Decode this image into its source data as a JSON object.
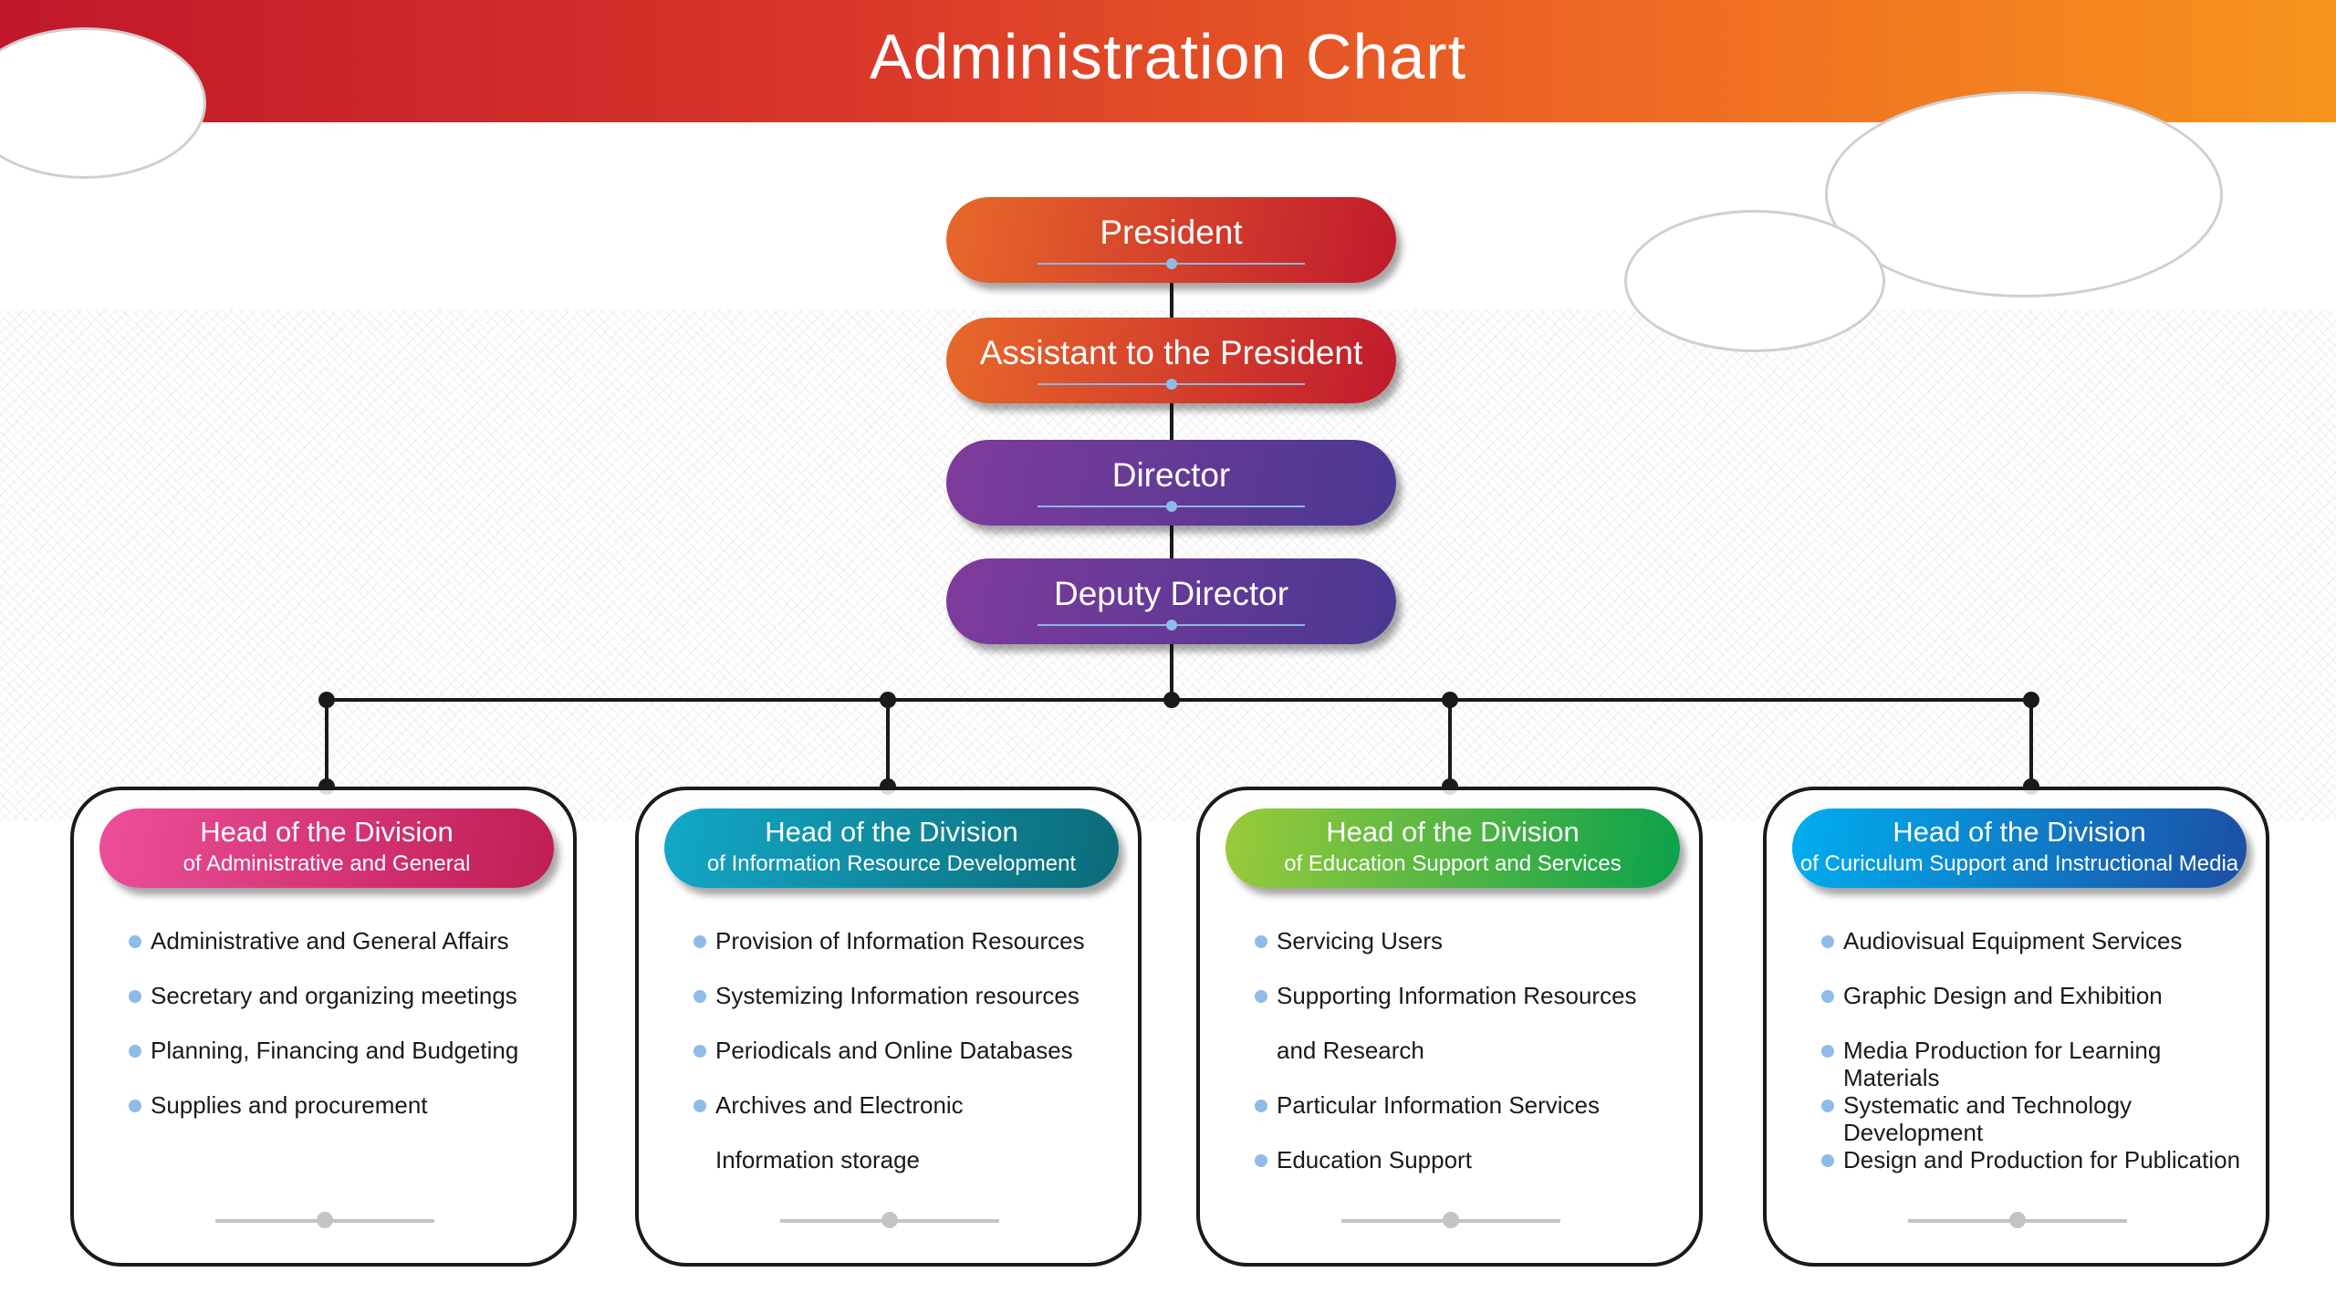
{
  "title": "Administration Chart",
  "colors": {
    "header_start": "#c0182a",
    "header_end": "#f7941d",
    "bullet": "#8fbbe8"
  },
  "hierarchy": [
    {
      "label": "President"
    },
    {
      "label": "Assistant to the President"
    },
    {
      "label": "Director"
    },
    {
      "label": "Deputy Director"
    }
  ],
  "divisions": [
    {
      "title": "Head of the Division",
      "subtitle": "of Administrative and General",
      "color_start": "#ec4f9a",
      "color_end": "#c01d55",
      "items": [
        "Administrative and General Affairs",
        "Secretary and organizing meetings",
        "Planning, Financing and Budgeting",
        "Supplies and procurement"
      ]
    },
    {
      "title": "Head of the Division",
      "subtitle": "of Information Resource Development",
      "color_start": "#13a8c8",
      "color_end": "#0b6b78",
      "items": [
        "Provision of Information Resources",
        "Systemizing Information resources",
        "Periodicals and Online Databases",
        "Archives and Electronic",
        "Information storage"
      ]
    },
    {
      "title": "Head of the Division",
      "subtitle": "of Education Support and Services",
      "color_start": "#9bcb3b",
      "color_end": "#0aa14b",
      "items": [
        "Servicing Users",
        "Supporting Information Resources",
        "and Research",
        "Particular Information Services",
        "Education Support"
      ]
    },
    {
      "title": "Head of the Division",
      "subtitle": "of Curiculum Support and Instructional Media",
      "color_start": "#00aeef",
      "color_end": "#1c4fa5",
      "items": [
        "Audiovisual Equipment Services",
        "Graphic Design and Exhibition",
        "Media Production for Learning Materials",
        "Systematic and Technology Development",
        "Design and Production for Publication"
      ]
    }
  ]
}
